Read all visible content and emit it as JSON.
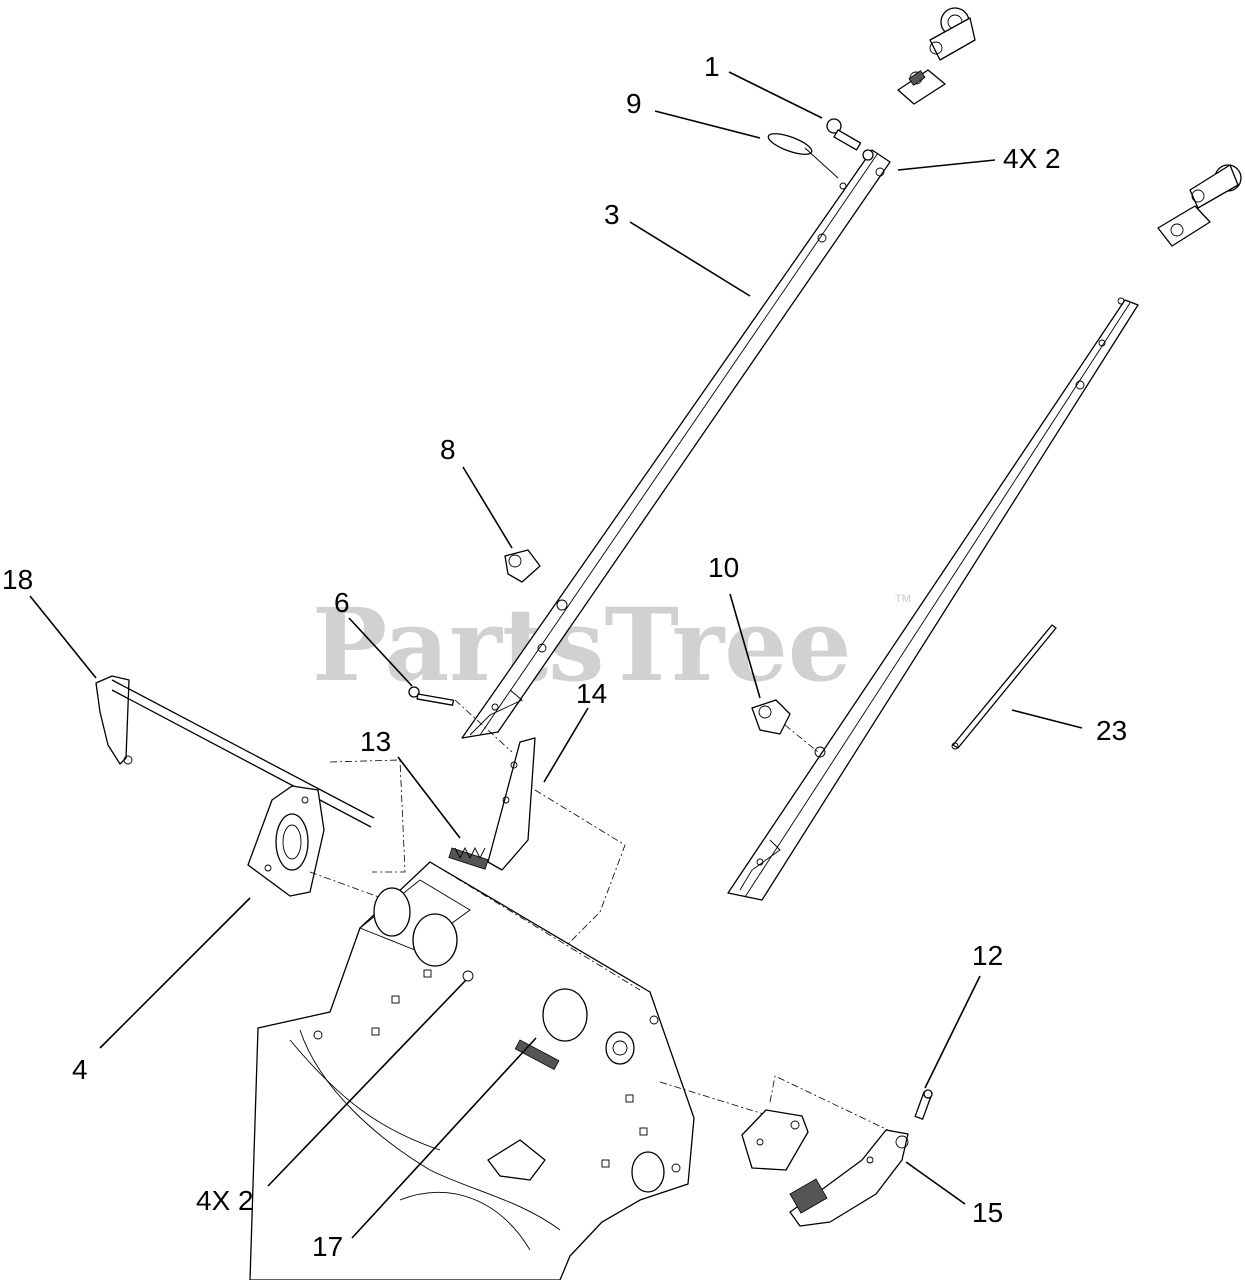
{
  "watermark": {
    "text": "PartsTree",
    "trademark": "TM"
  },
  "callouts": {
    "c1": "1",
    "c9": "9",
    "c4x2_top": "4X 2",
    "c3": "3",
    "c8": "8",
    "c18": "18",
    "c6": "6",
    "c10": "10",
    "c14": "14",
    "c13": "13",
    "c23": "23",
    "c4": "4",
    "c12": "12",
    "c4x2_bottom": "4X 2",
    "c15": "15",
    "c17": "17"
  }
}
